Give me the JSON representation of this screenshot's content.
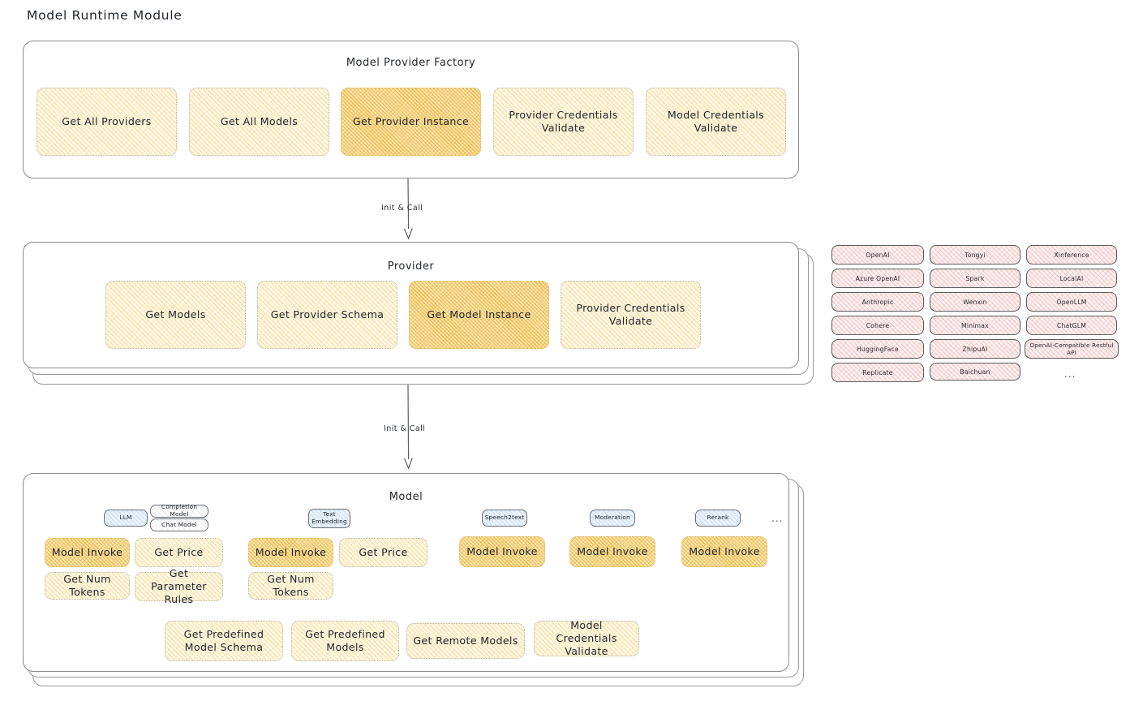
{
  "page": {
    "title": "Model Runtime Module"
  },
  "factory": {
    "title": "Model Provider Factory",
    "nodes": [
      {
        "label": "Get All Providers",
        "highlight": false
      },
      {
        "label": "Get All Models",
        "highlight": false
      },
      {
        "label": "Get Provider Instance",
        "highlight": true
      },
      {
        "label": "Provider Credentials Validate",
        "highlight": false
      },
      {
        "label": "Model Credentials Validate",
        "highlight": false
      }
    ]
  },
  "connector1": {
    "label": "Init & Call"
  },
  "provider": {
    "title": "Provider",
    "nodes": [
      {
        "label": "Get Models",
        "highlight": false
      },
      {
        "label": "Get Provider Schema",
        "highlight": false
      },
      {
        "label": "Get Model Instance",
        "highlight": true
      },
      {
        "label": "Provider Credentials Validate",
        "highlight": false
      }
    ]
  },
  "provider_list": {
    "column1": [
      "OpenAI",
      "Azure OpenAI",
      "Anthropic",
      "Cohere",
      "HuggingFace",
      "Replicate"
    ],
    "column2": [
      "Tongyi",
      "Spark",
      "Wenxin",
      "Minimax",
      "ZhipuAI",
      "Baichuan"
    ],
    "column3": [
      "Xinference",
      "LocalAI",
      "OpenLLM",
      "ChatGLM",
      "OpenAI-Compatible Restful API"
    ],
    "more": "..."
  },
  "connector2": {
    "label": "Init & Call"
  },
  "model": {
    "title": "Model",
    "more": "...",
    "types": [
      {
        "tag": "LLM",
        "subtags": [
          "Completion Model",
          "Chat Model"
        ],
        "methods": [
          {
            "label": "Model Invoke",
            "highlight": true
          },
          {
            "label": "Get Price",
            "highlight": false
          },
          {
            "label": "Get Num Tokens",
            "highlight": false
          },
          {
            "label": "Get Parameter Rules",
            "highlight": false
          }
        ]
      },
      {
        "tag": "Text Embedding",
        "subtags": [],
        "methods": [
          {
            "label": "Model Invoke",
            "highlight": true
          },
          {
            "label": "Get Price",
            "highlight": false
          },
          {
            "label": "Get Num Tokens",
            "highlight": false
          }
        ]
      },
      {
        "tag": "Speech2text",
        "subtags": [],
        "methods": [
          {
            "label": "Model Invoke",
            "highlight": true
          }
        ]
      },
      {
        "tag": "Moderation",
        "subtags": [],
        "methods": [
          {
            "label": "Model Invoke",
            "highlight": true
          }
        ]
      },
      {
        "tag": "Rerank",
        "subtags": [],
        "methods": [
          {
            "label": "Model Invoke",
            "highlight": true
          }
        ]
      }
    ],
    "shared": [
      {
        "label": "Get Predefined Model Schema",
        "highlight": false
      },
      {
        "label": "Get Predefined Models",
        "highlight": false
      },
      {
        "label": "Get Remote Models",
        "highlight": false
      },
      {
        "label": "Model Credentials Validate",
        "highlight": false
      }
    ]
  }
}
